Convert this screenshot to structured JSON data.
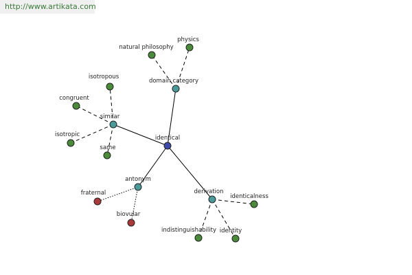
{
  "watermark": "http://www.artikata.com",
  "colors": {
    "center": "#3a4aa6",
    "hub": "#4a9a9a",
    "leaf": "#4a8a3a",
    "antonym_leaf": "#a83a3a"
  },
  "nodes": [
    {
      "id": "identical",
      "label": "identical",
      "kind": "center"
    },
    {
      "id": "domain_category",
      "label": "domain category",
      "kind": "hub"
    },
    {
      "id": "similar",
      "label": "similar",
      "kind": "hub"
    },
    {
      "id": "antonym",
      "label": "antonym",
      "kind": "hub"
    },
    {
      "id": "derivation",
      "label": "derivation",
      "kind": "hub"
    },
    {
      "id": "natural_philosophy",
      "label": "natural philosophy",
      "kind": "leaf"
    },
    {
      "id": "physics",
      "label": "physics",
      "kind": "leaf"
    },
    {
      "id": "isotropous",
      "label": "isotropous",
      "kind": "leaf"
    },
    {
      "id": "congruent",
      "label": "congruent",
      "kind": "leaf"
    },
    {
      "id": "isotropic",
      "label": "isotropic",
      "kind": "leaf"
    },
    {
      "id": "same",
      "label": "same",
      "kind": "leaf"
    },
    {
      "id": "fraternal",
      "label": "fraternal",
      "kind": "antonym_leaf"
    },
    {
      "id": "biovular",
      "label": "biovular",
      "kind": "antonym_leaf"
    },
    {
      "id": "identicalness",
      "label": "identicalness",
      "kind": "leaf"
    },
    {
      "id": "indistinguishability",
      "label": "indistinguishability",
      "kind": "leaf"
    },
    {
      "id": "identity",
      "label": "identity",
      "kind": "leaf"
    }
  ],
  "edges": [
    {
      "from": "identical",
      "to": "domain_category",
      "style": "solid"
    },
    {
      "from": "identical",
      "to": "similar",
      "style": "solid"
    },
    {
      "from": "identical",
      "to": "antonym",
      "style": "solid"
    },
    {
      "from": "identical",
      "to": "derivation",
      "style": "solid"
    },
    {
      "from": "domain_category",
      "to": "natural_philosophy",
      "style": "dashed"
    },
    {
      "from": "domain_category",
      "to": "physics",
      "style": "dashed"
    },
    {
      "from": "similar",
      "to": "isotropous",
      "style": "dashed"
    },
    {
      "from": "similar",
      "to": "congruent",
      "style": "dashed"
    },
    {
      "from": "similar",
      "to": "isotropic",
      "style": "dashed"
    },
    {
      "from": "similar",
      "to": "same",
      "style": "dashed"
    },
    {
      "from": "antonym",
      "to": "fraternal",
      "style": "dotted"
    },
    {
      "from": "antonym",
      "to": "biovular",
      "style": "dotted"
    },
    {
      "from": "derivation",
      "to": "identicalness",
      "style": "dashed"
    },
    {
      "from": "derivation",
      "to": "indistinguishability",
      "style": "dashed"
    },
    {
      "from": "derivation",
      "to": "identity",
      "style": "dashed"
    }
  ]
}
